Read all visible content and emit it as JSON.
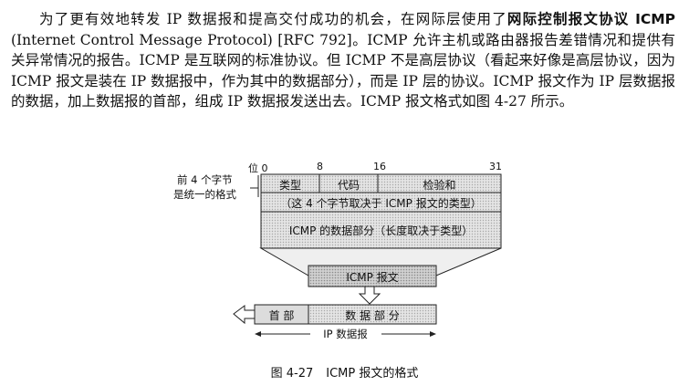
{
  "paragraph": {
    "s1": "为了更有效地转发 IP 数据报和提高交付成功的机会，在网际层使用了",
    "term_bold": "网际控制报文协议 ICMP",
    "s2": " (Internet Control Message Protocol) [RFC 792]。ICMP 允许主机或路由器报告差错情况和提供有关异常情况的报告。ICMP 是互联网的标准协议。但 ICMP 不是高层协议（看起来好像是高层协议，因为 ICMP 报文是装在 IP 数据报中，作为其中的数据部分），而是 IP 层的协议。ICMP 报文作为 IP 层数据报的数据，加上数据报的首部，组成 IP 数据报发送出去。ICMP 报文格式如图 4-27 所示。"
  },
  "figure": {
    "bit_label": "位 0",
    "bit_8": "8",
    "bit_16": "16",
    "bit_31": "31",
    "side_note_line1": "前 4 个字节",
    "side_note_line2": "是统一的格式",
    "field_type": "类型",
    "field_code": "代码",
    "field_checksum": "检验和",
    "row2_text": "（这 4 个字节取决于 ICMP 报文的类型）",
    "data_section": "ICMP 的数据部分（长度取决于类型）",
    "icmp_message": "ICMP 报文",
    "header": "首 部",
    "data_part": "数 据 部 分",
    "ip_datagram": "IP 数据报"
  },
  "caption": {
    "number": "图 4-27",
    "text": "ICMP 报文的格式"
  }
}
